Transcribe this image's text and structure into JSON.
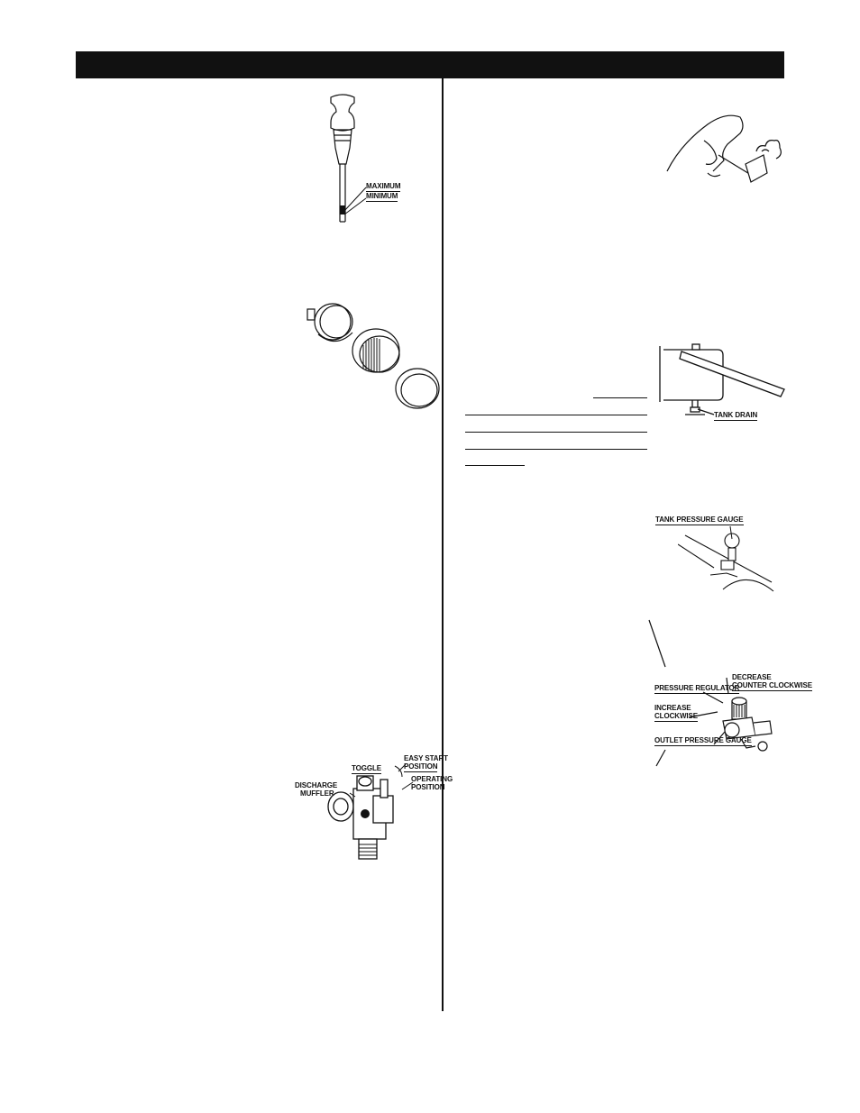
{
  "dipstick": {
    "max_label": "MAXIMUM",
    "min_label": "MINIMUM"
  },
  "tank_drain": {
    "label": "TANK DRAIN"
  },
  "tank_gauge": {
    "label": "TANK PRESSURE GAUGE"
  },
  "regulator": {
    "regulator_label": "PRESSURE REGULATOR",
    "decrease_line1": "DECREASE",
    "decrease_line2": "COUNTER CLOCKWISE",
    "increase_line1": "INCREASE",
    "increase_line2": "CLOCKWISE",
    "outlet_label": "OUTLET PRESSURE GAUGE"
  },
  "pilot_valve": {
    "toggle_label": "TOGGLE",
    "easy_start_line1": "EASY START",
    "easy_start_line2": "POSITION",
    "operating_line1": "OPERATING",
    "operating_line2": "POSITION",
    "muffler_line1": "DISCHARGE",
    "muffler_line2": "MUFFLER"
  }
}
